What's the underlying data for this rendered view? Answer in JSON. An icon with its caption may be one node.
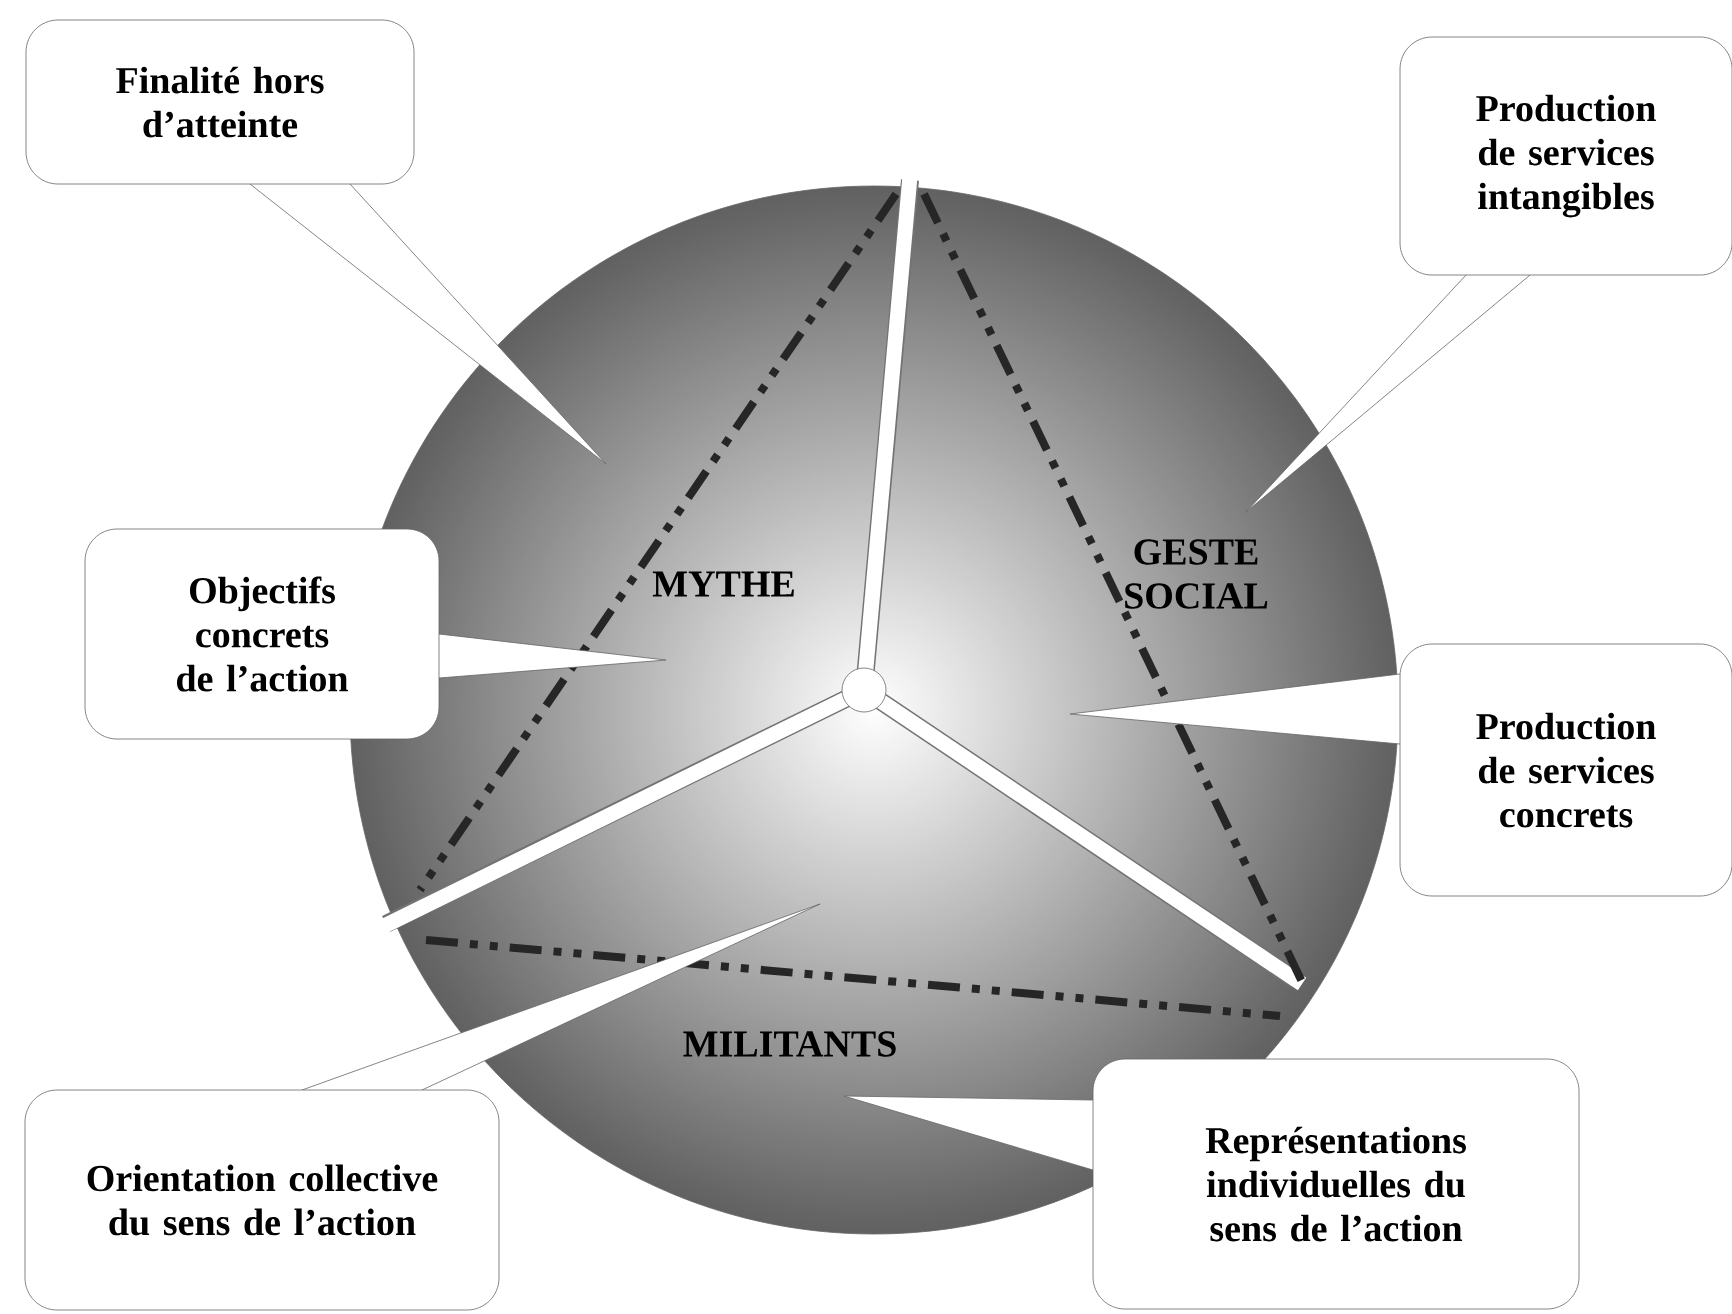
{
  "diagram": {
    "nodes": [
      {
        "text": [
          "Finalité hors d’atteinte"
        ]
      },
      {
        "text": [
          "Production de services intangibles"
        ]
      },
      {
        "text": [
          "Objectifs concrets de l’action"
        ]
      },
      {
        "text": [
          "MYTHE"
        ]
      },
      {
        "text": [
          "GESTE SOCIAL"
        ]
      },
      {
        "text": [
          "Production de services concrets"
        ]
      },
      {
        "text": [
          "MILITANTS"
        ]
      },
      {
        "text": [
          "Orientation collective du sens de l’action"
        ]
      },
      {
        "text": [
          "Représentations individuelles du sens de l’action"
        ]
      }
    ]
  }
}
